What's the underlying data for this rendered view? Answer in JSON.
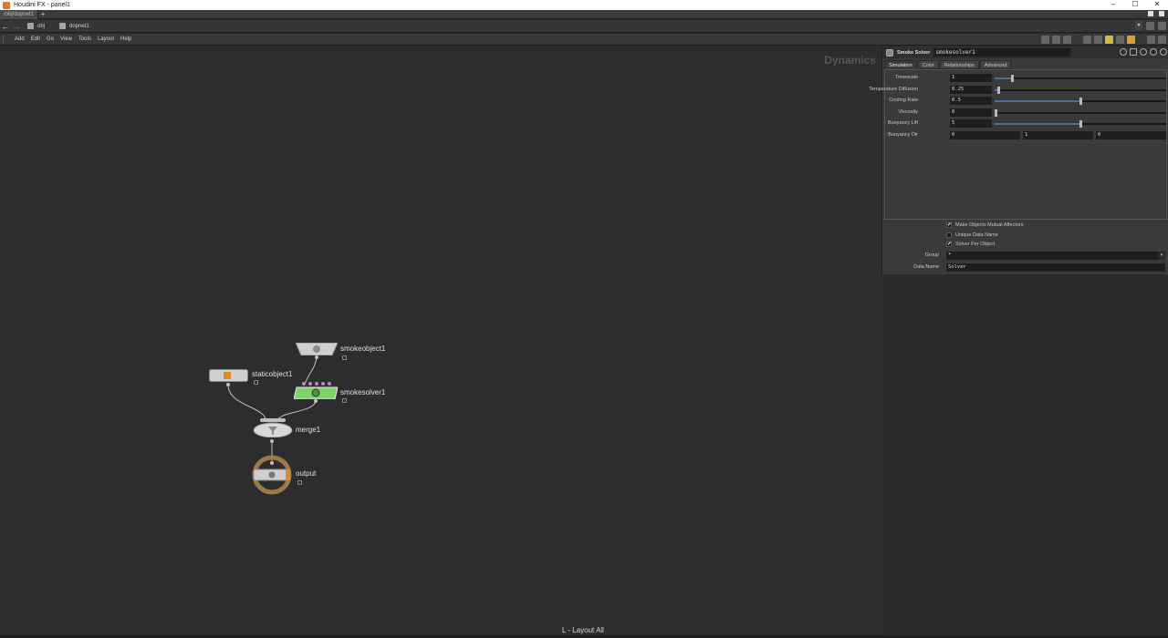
{
  "window": {
    "title": "Houdini FX - panel1",
    "min": "–",
    "max": "☐",
    "close": "✕"
  },
  "desktop_tabs": [
    {
      "label": "/obj/dopnet1"
    }
  ],
  "tab_plus": "+",
  "path": {
    "back": "←",
    "forward": "→",
    "crumbs": [
      {
        "label": "obj"
      },
      {
        "label": "dopnet1"
      }
    ],
    "dropdown": "▾"
  },
  "menu": [
    "Add",
    "Edit",
    "Go",
    "View",
    "Tools",
    "Layout",
    "Help"
  ],
  "network": {
    "context_label": "Dynamics",
    "hint": "L - Layout All",
    "nodes": [
      {
        "name": "smokeobject1"
      },
      {
        "name": "staticobject1"
      },
      {
        "name": "smokesolver1"
      },
      {
        "name": "merge1"
      },
      {
        "name": "output"
      }
    ]
  },
  "params": {
    "node_type": "Smoke Solver",
    "node_name": "smokesolver1",
    "tabs": [
      "Simulation",
      "Color",
      "Relationships",
      "Advanced"
    ],
    "rows": [
      {
        "label": "Timescale",
        "value": "1"
      },
      {
        "label": "Temperature Diffusion",
        "value": "0.25"
      },
      {
        "label": "Cooling Rate",
        "value": "0.5"
      },
      {
        "label": "Viscosity",
        "value": "0"
      },
      {
        "label": "Buoyancy Lift",
        "value": "5"
      }
    ],
    "slider_levels": [
      0.1,
      0.02,
      0.5,
      0.0,
      0.5
    ],
    "buoyancy_dir": {
      "label": "Buoyancy Dir",
      "x": "0",
      "y": "1",
      "z": "0"
    },
    "checks": [
      {
        "label": "Make Objects Mutual Affectors",
        "checked": "✔"
      },
      {
        "label": "Unique Data Name",
        "checked": ""
      },
      {
        "label": "Solver Per Object",
        "checked": "✔"
      }
    ],
    "group": {
      "label": "Group",
      "value": "*"
    },
    "data_name": {
      "label": "Data Name",
      "value": "Solver"
    }
  },
  "colors": {
    "solver_green": "#7fd36a",
    "selected_ring": "#9c7a45",
    "slider_fill": "#4b6d9a"
  }
}
